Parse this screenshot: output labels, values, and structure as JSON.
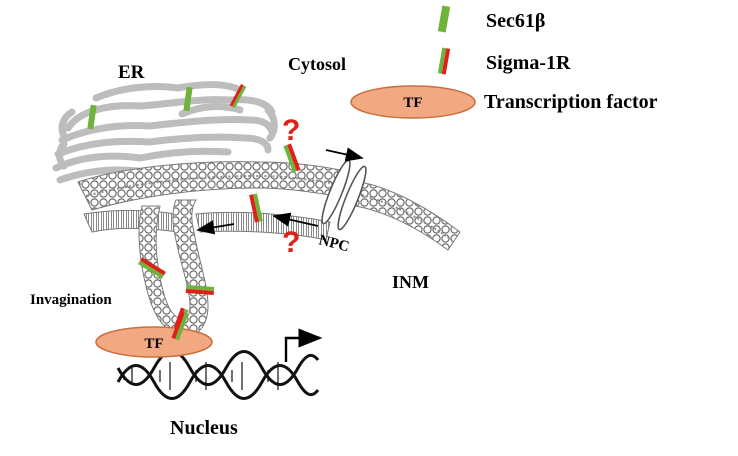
{
  "legend": {
    "sec61b": "Sec61β",
    "sigma1r": "Sigma-1R",
    "tf_abbrev": "TF",
    "tf_full": "Transcription factor"
  },
  "labels": {
    "er": "ER",
    "cytosol": "Cytosol",
    "npc": "NPC",
    "inm": "INM",
    "invagination": "Invagination",
    "nucleus": "Nucleus",
    "tf_on_dna": "TF"
  },
  "question_marks": [
    "?",
    "?"
  ],
  "colors": {
    "sec61b_green": "#6fb23c",
    "sigma1r_red": "#e0201a",
    "tf_fill": "#f2a880",
    "tf_stroke": "#c8703e",
    "membrane_gray": "#9a9a9a",
    "er_gray": "#bcbcbc"
  },
  "icons": [
    "sec61b-marker-icon",
    "sigma1r-marker-icon",
    "transcription-arrow-icon",
    "dna-helix-icon",
    "npc-pore-icon"
  ]
}
